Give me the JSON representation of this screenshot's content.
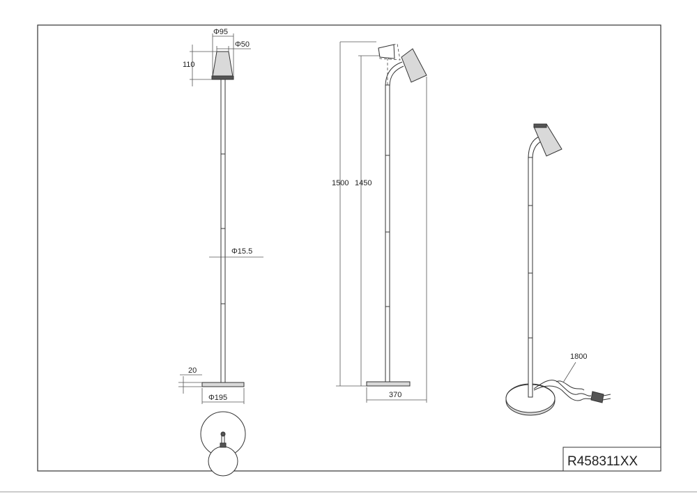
{
  "drawing": {
    "model_code": "R458311XX",
    "front_view": {
      "shade_diameter": "Φ95",
      "shade_top_diameter": "Φ50",
      "shade_height": "110",
      "pole_diameter": "Φ15.5",
      "base_height": "20",
      "base_diameter": "Φ195"
    },
    "side_view": {
      "overall_height": "1500",
      "pole_height": "1450",
      "reach": "370"
    },
    "perspective_view": {
      "cable_length": "1800"
    }
  }
}
